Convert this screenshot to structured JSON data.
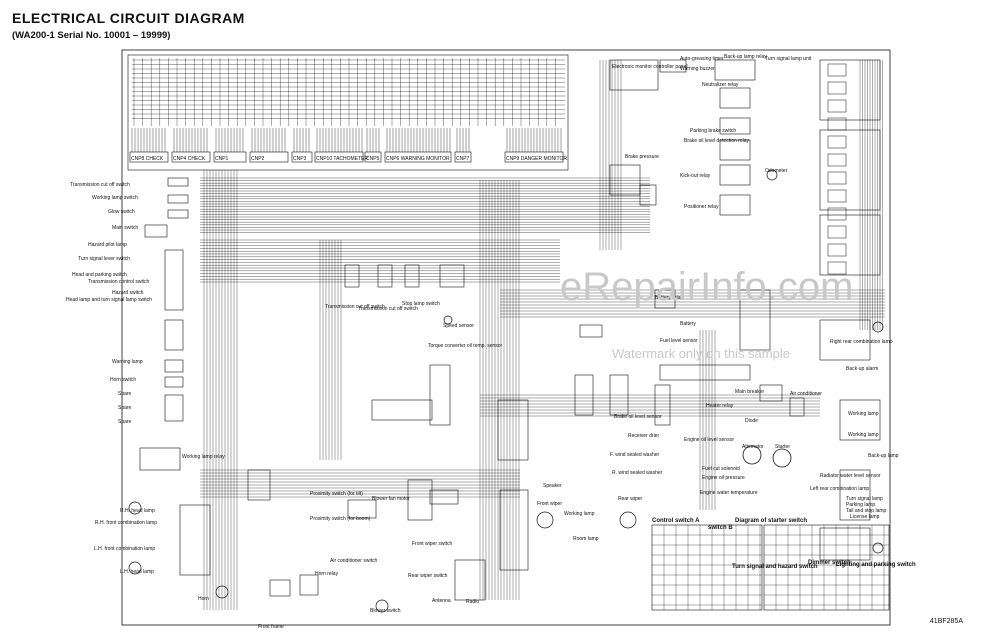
{
  "header": {
    "title": "ELECTRICAL CIRCUIT DIAGRAM",
    "subtitle": "(WA200-1 Serial No. 10001 – 19999)"
  },
  "watermark": {
    "main": "eRepairInfo.com",
    "sub": "Watermark only on this sample"
  },
  "connectors_top": [
    "CNP8 CHECK",
    "CNP4 CHECK",
    "CNP1",
    "CNP2",
    "CNP3",
    "CNP10 TACHOMETER",
    "CNP5",
    "CNP6 WARNING MONITOR",
    "CNP7",
    "CNP9 DANGER MONITOR"
  ],
  "labels_left": [
    "Transmission cut off switch",
    "Working lamp switch",
    "Glow switch",
    "Main switch",
    "Hazard pilot lamp",
    "Turn signal lever switch",
    "Head and parking switch",
    "Transmission control switch",
    "Hazard switch",
    "Head lamp and turn signal lamp switch",
    "Warning lamp",
    "Horn switch",
    "Spare",
    "Spare",
    "Spare",
    "R.H. head lamp",
    "R.H. front combination lamp",
    "L.H. front combination lamp",
    "L.H. head lamp",
    "Horn"
  ],
  "labels_center": [
    "Working lamp relay",
    "Proximity switch (for tilt)",
    "Proximity switch (for boom)",
    "Transmission cut off switch",
    "Transmission cut off switch",
    "Stop lamp switch",
    "Speed sensor",
    "Torque converter oil temp. sensor",
    "Blower fan motor",
    "Air conditioner switch",
    "Horn relay",
    "Front frame",
    "Front wiper switch",
    "Rear wiper switch",
    "Blower switch",
    "Antenna",
    "Radio",
    "Speaker",
    "Front wiper",
    "Working lamp",
    "Room lamp",
    "Rear wiper"
  ],
  "labels_top_right": [
    "Auto-greasing timer",
    "Warning buzzer",
    "Electronic monitor controller panel",
    "Back-up lamp relay",
    "Turn signal lamp unit",
    "Neutralizer relay",
    "Parking brake switch",
    "Brake oil level detection relay",
    "Kick-out relay",
    "Positioner relay",
    "Brake pressure",
    "Odometer"
  ],
  "labels_right": [
    "Battery relay",
    "Battery",
    "Fuel level sensor",
    "Brake oil level sensor",
    "Receiver drier",
    "F. wind sealed washer",
    "R. wind sealed washer",
    "Heater relay",
    "Main breaker",
    "Diode",
    "Air conditioner",
    "Engine oil level sensor",
    "Fuel cut solenoid",
    "Engine oil pressure",
    "Alternator",
    "Starter",
    "Engine water temperature",
    "Right rear combination lamp",
    "Back-up alarm",
    "Working lamp",
    "Working lamp",
    "Back-up lamp",
    "Radiator water level sensor",
    "Left rear combination lamp",
    "Turn signal lamp",
    "Parking lamp",
    "Tail and stop lamp",
    "License lamp"
  ],
  "tables": {
    "control_switch_a": "Control switch A",
    "control_switch_b": "switch B",
    "starter_diagram": "Diagram of starter switch",
    "turn_hazard": "Turn signal and hazard switch",
    "dimmer": "Dimmer switch",
    "lighting_parking": "Lighting and parking switch"
  },
  "doc_code": "41BF285A",
  "colors": {
    "line": "#111111",
    "watermark": "#c8c8c8"
  }
}
